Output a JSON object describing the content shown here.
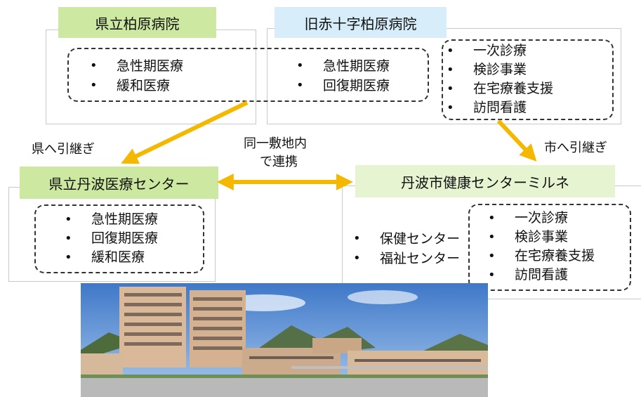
{
  "colors": {
    "green_box": "#cde8a0",
    "light_green_box": "#e6f4d2",
    "blue_box": "#d7eefa",
    "arrow": "#f5b800"
  },
  "kashiwara_pref": {
    "title": "県立柏原病院",
    "items": [
      "急性期医療",
      "緩和医療"
    ]
  },
  "former_red_cross": {
    "title": "旧赤十字柏原病院",
    "shared_items": [
      "急性期医療",
      "回復期医療"
    ],
    "city_items": [
      "一次診療",
      "検診事業",
      "在宅療養支援",
      "訪問看護"
    ]
  },
  "transfer": {
    "to_prefecture": "県へ引継ぎ",
    "to_city": "市へ引継ぎ",
    "same_site_line1": "同一敷地内",
    "same_site_line2": "で連携"
  },
  "tamba_medical_center": {
    "title": "県立丹波医療センター",
    "items": [
      "急性期医療",
      "回復期医療",
      "緩和医療"
    ]
  },
  "milne": {
    "title": "丹波市健康センターミルネ",
    "side_items": [
      "保健センター",
      "福祉センター"
    ],
    "items": [
      "一次診療",
      "検診事業",
      "在宅療養支援",
      "訪問看護"
    ]
  }
}
